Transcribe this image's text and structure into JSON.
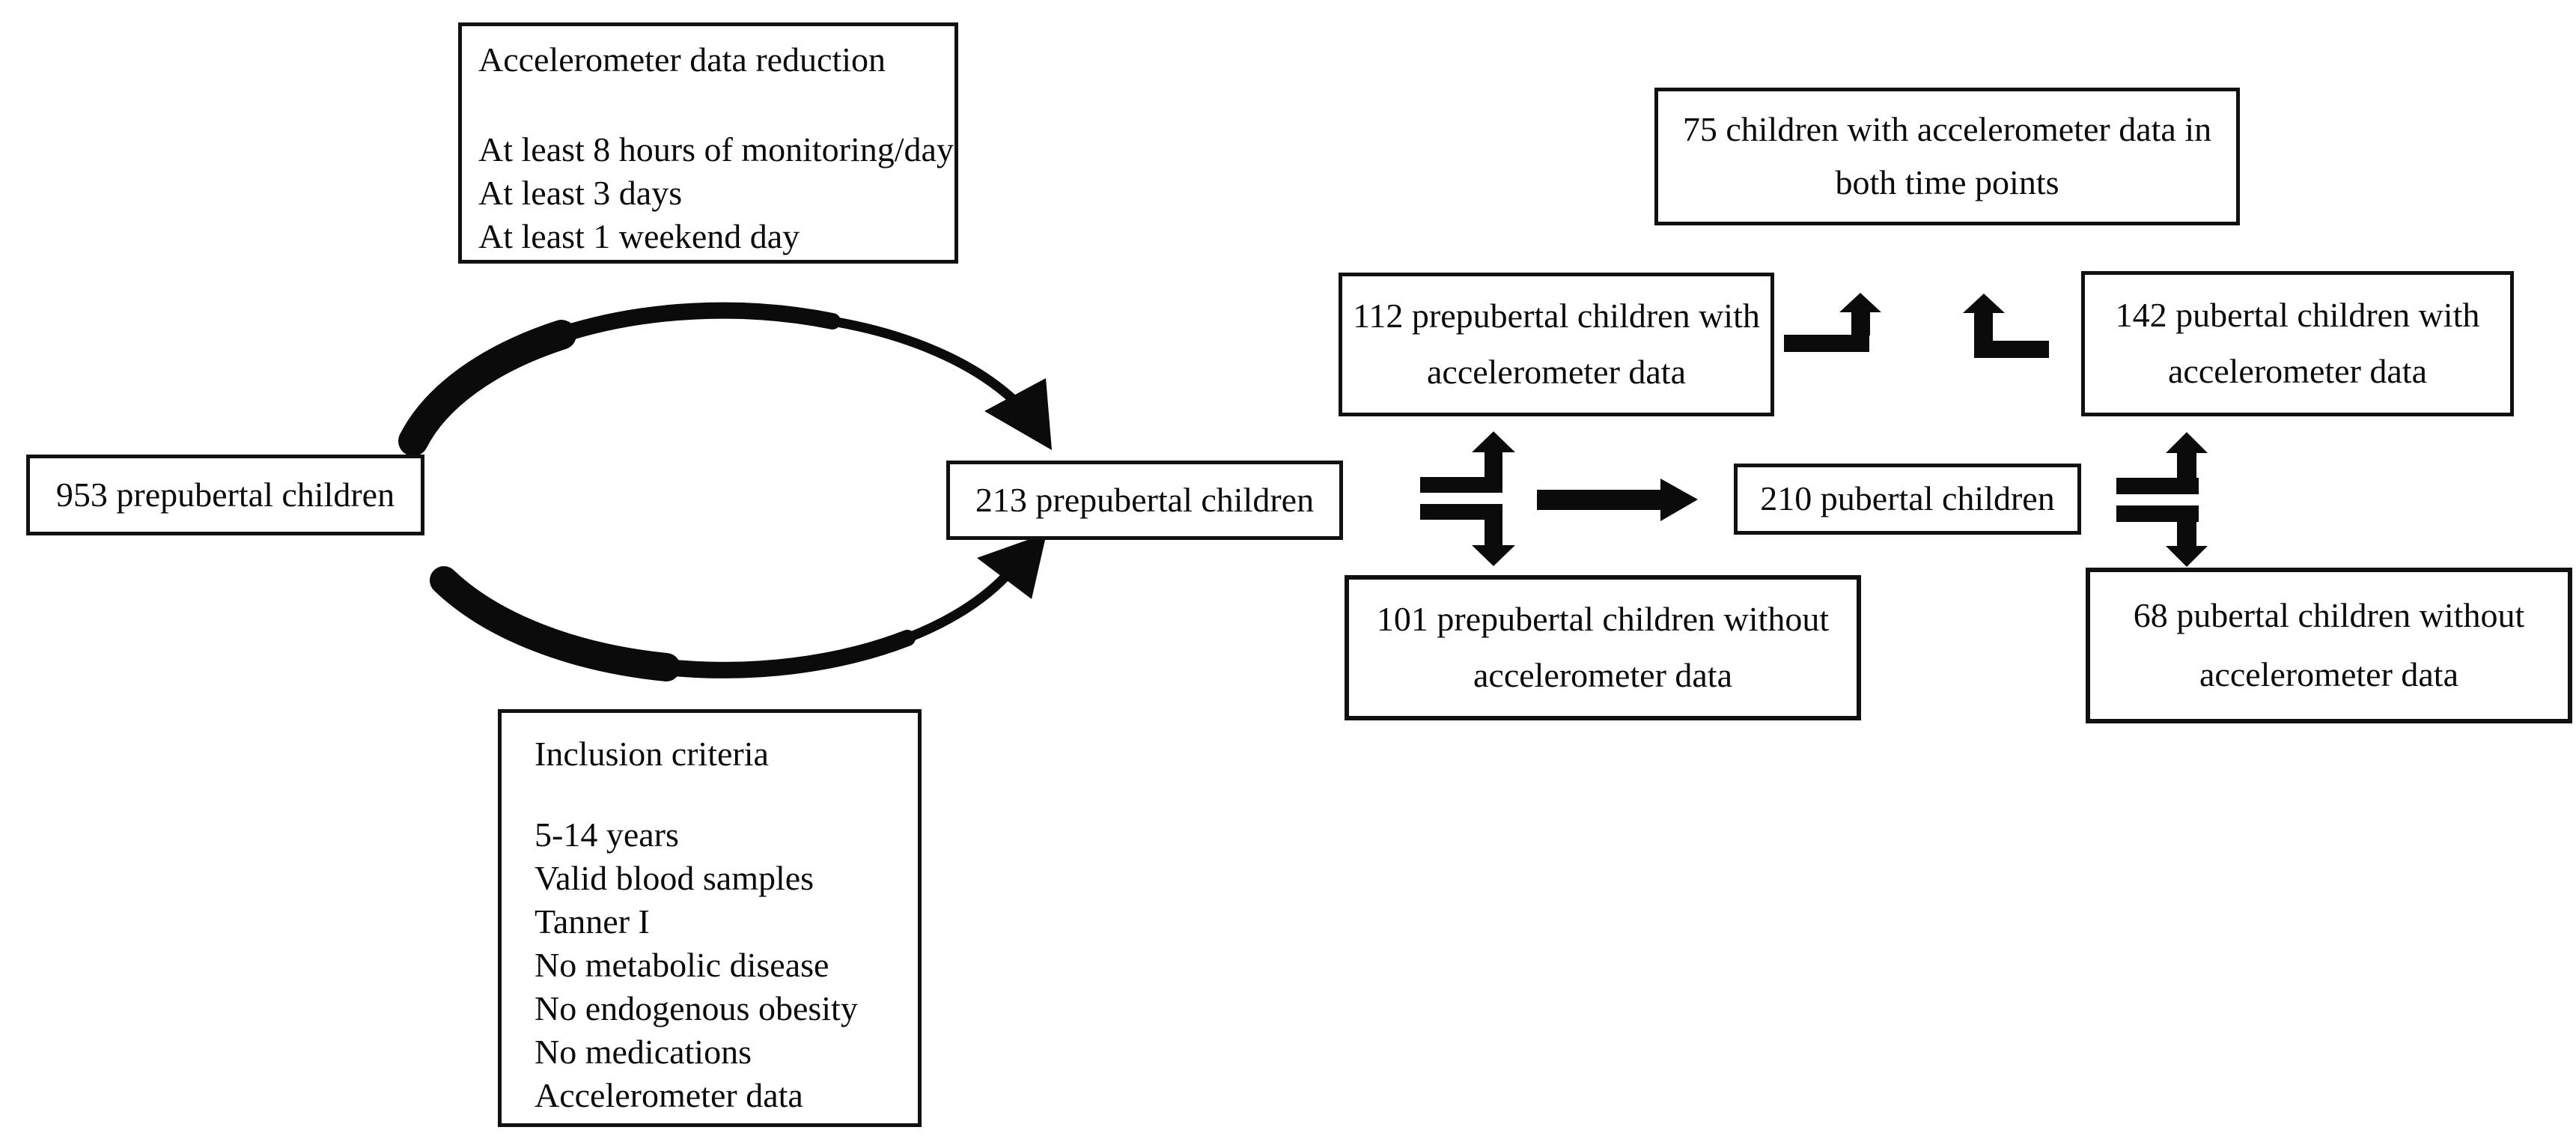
{
  "page": {
    "background": "#ffffff",
    "ink": "#0b0b0b"
  },
  "criteria_boxes": {
    "accelerometer_reduction": {
      "title": "Accelerometer data reduction",
      "items": [
        "At least 8 hours of monitoring/day",
        "At least 3 days",
        "At least 1 weekend day"
      ]
    },
    "inclusion": {
      "title": "Inclusion criteria",
      "items": [
        "5-14 years",
        "Valid blood samples",
        "Tanner I",
        "No metabolic disease",
        "No endogenous obesity",
        "No medications",
        "Accelerometer data"
      ]
    }
  },
  "flow_boxes": {
    "prepubertal_all": {
      "lines": [
        "953 prepubertal children"
      ]
    },
    "prepubertal_included": {
      "lines": [
        "213 prepubertal children"
      ]
    },
    "both_timepoints": {
      "lines": [
        "75 children with accelerometer data in",
        "both time points"
      ]
    },
    "prepubertal_with_accel": {
      "lines": [
        "112 prepubertal children with",
        "accelerometer data"
      ]
    },
    "pubertal_with_accel": {
      "lines": [
        "142 pubertal children with",
        "accelerometer data"
      ]
    },
    "pubertal_followup": {
      "lines": [
        "210 pubertal children"
      ]
    },
    "prepubertal_without_accel": {
      "lines": [
        "101 prepubertal children without",
        "accelerometer data"
      ]
    },
    "pubertal_without_accel": {
      "lines": [
        "68 pubertal children without",
        "accelerometer data"
      ]
    }
  }
}
